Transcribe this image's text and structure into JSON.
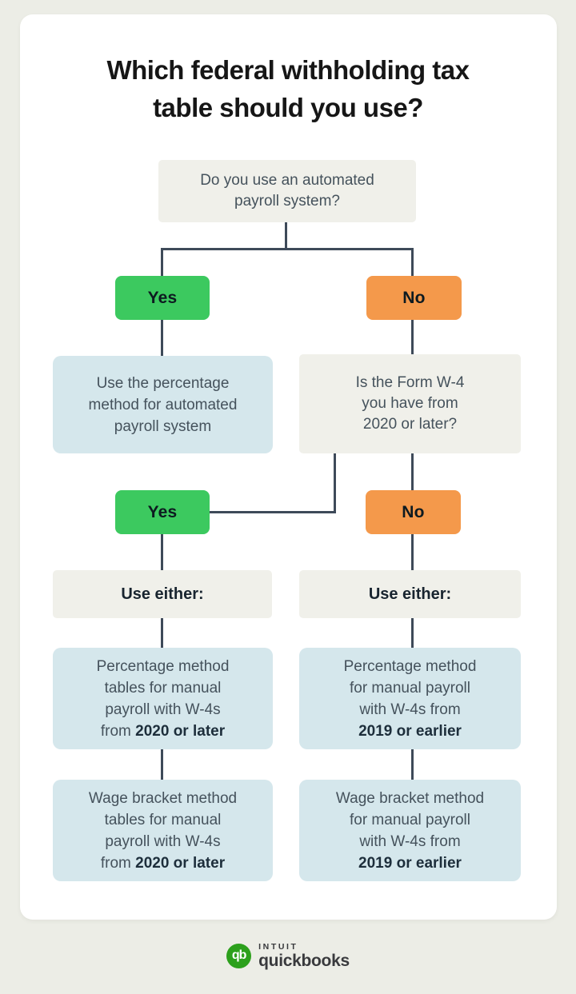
{
  "page": {
    "title": "Which federal withholding tax\ntable should you use?"
  },
  "flowchart": {
    "root_question": "Do you use an automated\npayroll system?",
    "branch1": {
      "yes_label": "Yes",
      "no_label": "No",
      "yes_result": "Use the percentage\nmethod for automated\npayroll system",
      "no_question": "Is the Form W-4\nyou have from\n2020 or later?"
    },
    "branch2": {
      "yes_label": "Yes",
      "no_label": "No",
      "yes_header": "Use either:",
      "no_header": "Use either:",
      "yes_options": [
        {
          "lines": "Percentage method\ntables for manual\npayroll with W-4s\nfrom ",
          "bold": "2020 or later"
        },
        {
          "lines": "Wage bracket method\ntables for manual\npayroll with W-4s\nfrom ",
          "bold": "2020 or later"
        }
      ],
      "no_options": [
        {
          "lines": "Percentage method\nfor manual payroll\nwith W-4s from\n",
          "bold": "2019 or earlier"
        },
        {
          "lines": "Wage bracket method\nfor manual payroll\nwith W-4s from\n",
          "bold": "2019 or earlier"
        }
      ]
    }
  },
  "footer": {
    "logo_glyph": "qb",
    "brand_top": "INTUIT",
    "brand_bottom": "quickbooks"
  },
  "colors": {
    "page_bg": "#ECEDE6",
    "card_bg": "#FFFFFF",
    "gray_box": "#F0F0EA",
    "blue_box": "#D5E7EC",
    "yes_green": "#3CC95F",
    "no_orange": "#F4994B",
    "line": "#3E4A59",
    "text_dark": "#45525C",
    "text_bold": "#1D2E3B",
    "brand_green": "#2CA01C",
    "brand_text": "#393A3D"
  }
}
